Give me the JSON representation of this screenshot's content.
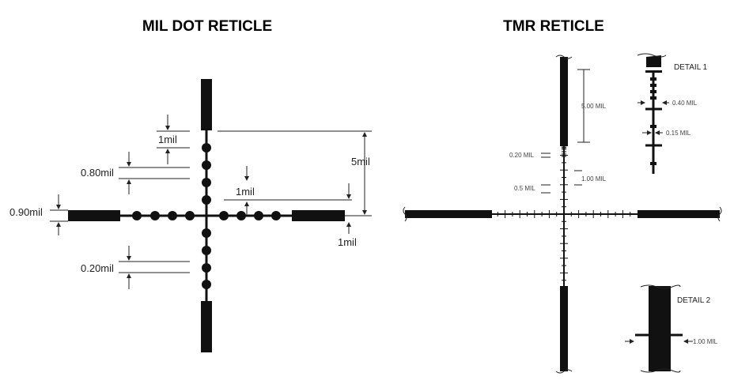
{
  "mil_dot": {
    "title": "MIL DOT RETICLE",
    "labels": {
      "dot_spacing": "1mil",
      "dot_size": "0.80mil",
      "post_thickness": "0.90mil",
      "post_gap": "1mil",
      "post_length": "5mil",
      "post_to_dot": "1mil",
      "line_thickness": "0.20mil"
    }
  },
  "tmr": {
    "title": "TMR RETICLE",
    "labels": {
      "post_length": "5.00 MIL",
      "tick_spacing_small": "0.20 MIL",
      "tick_spacing_major": "1.00 MIL",
      "tick_spacing_half": "0.5 MIL"
    },
    "detail1": {
      "title": "DETAIL 1",
      "labels": {
        "wide_tick": "0.40 MIL",
        "line_width": "0.15 MIL"
      }
    },
    "detail2": {
      "title": "DETAIL 2",
      "labels": {
        "post_width": "1.00 MIL"
      }
    }
  }
}
